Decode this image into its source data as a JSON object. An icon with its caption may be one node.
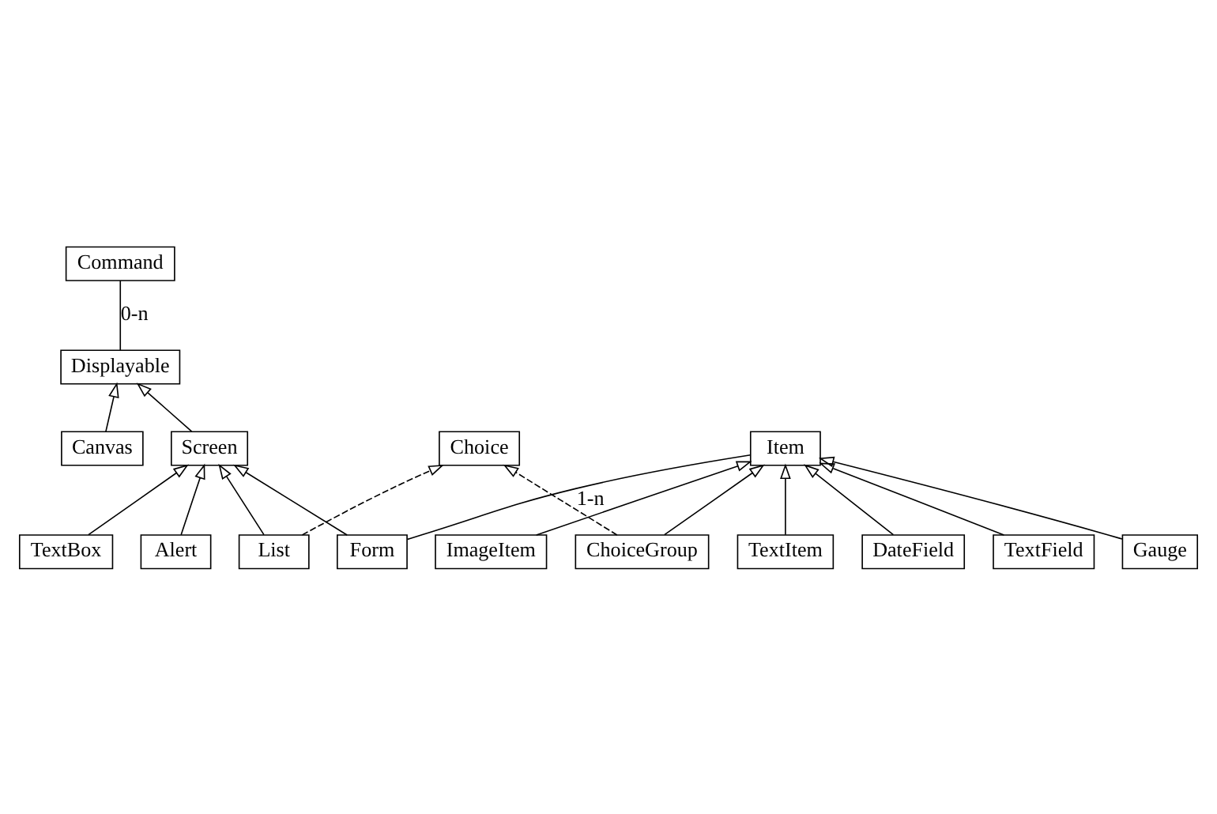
{
  "diagram": {
    "nodes": [
      {
        "text": [
          "Displayable"
        ]
      },
      {
        "text": [
          "Command"
        ]
      },
      {
        "text": [
          "Canvas"
        ]
      },
      {
        "text": [
          "Screen"
        ]
      },
      {
        "text": [
          "Choice"
        ]
      },
      {
        "text": [
          "TextBox"
        ]
      },
      {
        "text": [
          "ChoiceGroup"
        ]
      },
      {
        "text": [
          "List"
        ]
      },
      {
        "text": [
          "DateField"
        ]
      },
      {
        "text": [
          "Item"
        ]
      },
      {
        "text": [
          "TextField"
        ]
      },
      {
        "text": [
          "Alert"
        ]
      },
      {
        "text": [
          "Gauge"
        ]
      },
      {
        "text": [
          "Form"
        ]
      },
      {
        "text": [
          "ImageItem"
        ]
      },
      {
        "text": [
          "TextItem"
        ]
      }
    ],
    "edges": [
      {
        "from": 0,
        "to": 1,
        "arrow": "none",
        "label": "0-n"
      },
      {
        "from": 2,
        "to": 0,
        "arrow": "to"
      },
      {
        "from": 3,
        "to": 0,
        "arrow": "to"
      },
      {
        "from": 5,
        "to": 3,
        "arrow": "to"
      },
      {
        "from": 7,
        "to": 3,
        "arrow": "to"
      },
      {
        "from": 11,
        "to": 3,
        "arrow": "to"
      },
      {
        "from": 13,
        "to": 3,
        "arrow": "to"
      },
      {
        "from": 7,
        "to": 4,
        "arrow": "to",
        "style": "dashed"
      },
      {
        "from": 6,
        "to": 4,
        "arrow": "to",
        "style": "dashed"
      },
      {
        "from": 13,
        "to": 9,
        "arrow": "none",
        "label": "1-n"
      },
      {
        "from": 6,
        "to": 9,
        "arrow": "to"
      },
      {
        "from": 8,
        "to": 9,
        "arrow": "to"
      },
      {
        "from": 10,
        "to": 9,
        "arrow": "to"
      },
      {
        "from": 12,
        "to": 9,
        "arrow": "to"
      },
      {
        "from": 14,
        "to": 9,
        "arrow": "to"
      },
      {
        "from": 15,
        "to": 9,
        "arrow": "to"
      }
    ]
  }
}
